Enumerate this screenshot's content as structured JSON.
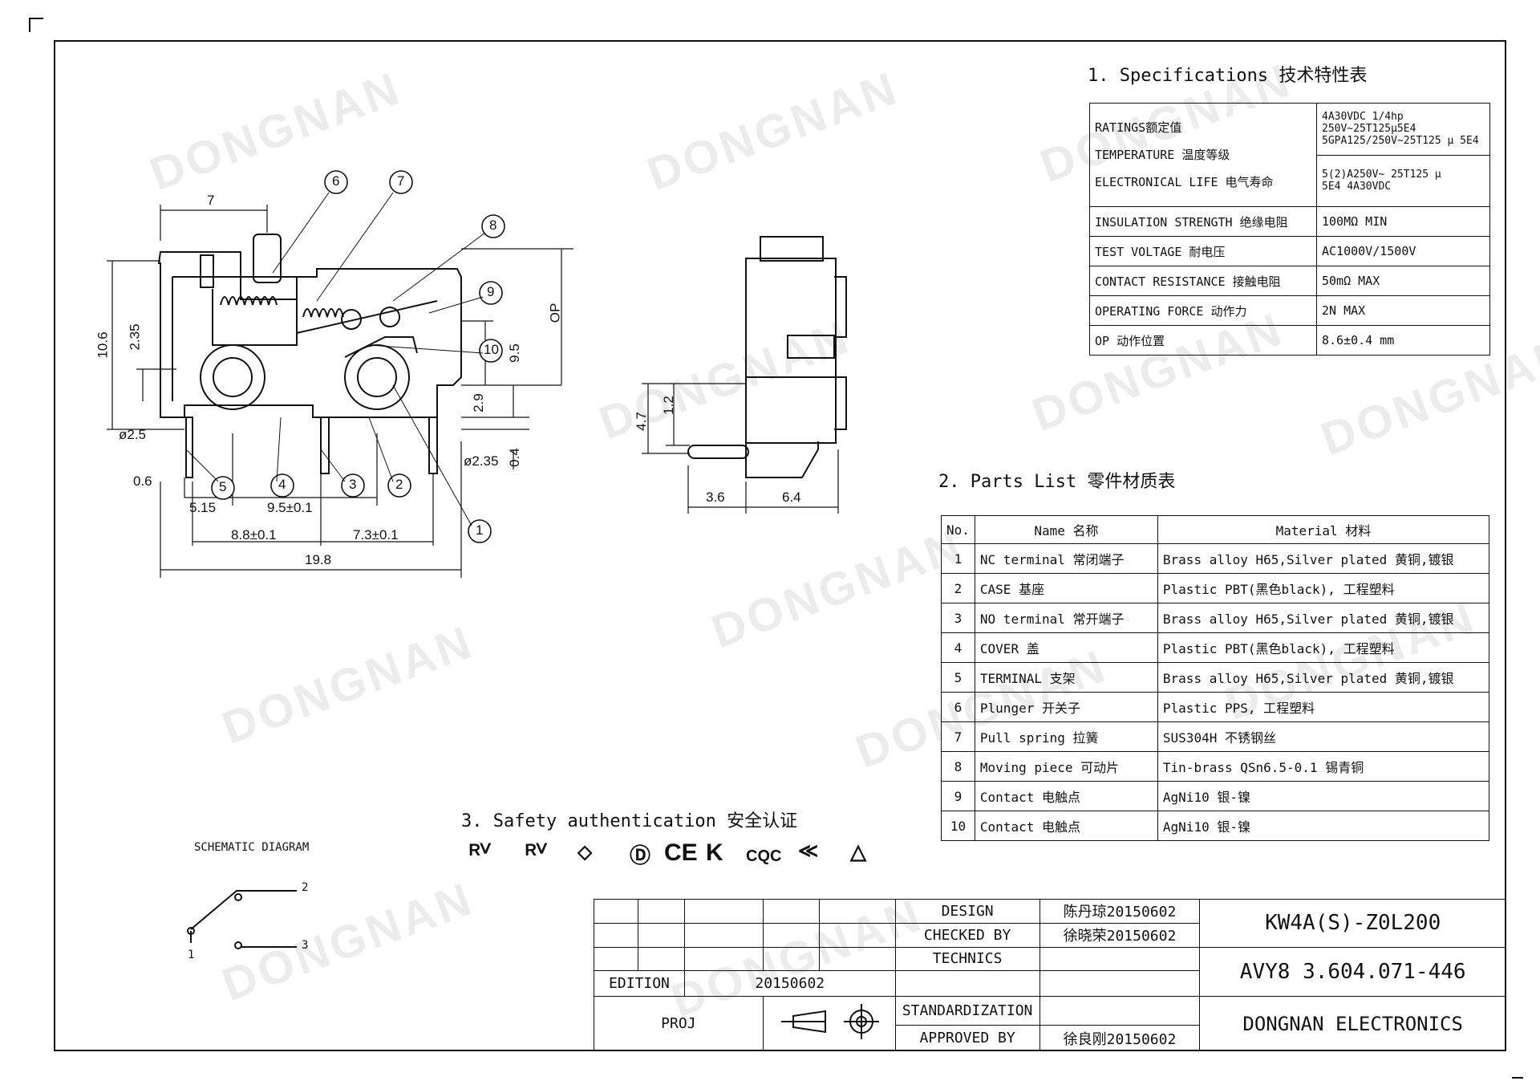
{
  "watermark": "DONGNAN",
  "sections": {
    "specs_title": "1. Specifications  技术特性表",
    "parts_title": "2. Parts List  零件材质表",
    "safety_title": "3. Safety authentication  安全认证",
    "schematic_title": "SCHEMATIC DIAGRAM"
  },
  "specs": {
    "ratings_label": "RATINGS额定值",
    "temperature_label": "TEMPERATURE 温度等级",
    "life_label": "ELECTRONICAL LIFE 电气寿命",
    "ratings_value_1": "4A30VDC 1/4hp 250V~25T125μ5E4",
    "ratings_value_2": "5GPA125/250V~25T125 μ 5E4",
    "ratings_value_3": "5(2)A250V~ 25T125 μ",
    "ratings_value_4": "5E4  4A30VDC",
    "rows": [
      {
        "label": "INSULATION STRENGTH 绝缘电阻",
        "value": "100MΩ MIN"
      },
      {
        "label": "TEST VOLTAGE 耐电压",
        "value": "AC1000V/1500V"
      },
      {
        "label": "CONTACT RESISTANCE 接触电阻",
        "value": "50mΩ MAX"
      },
      {
        "label": "OPERATING FORCE 动作力",
        "value": "2N MAX"
      },
      {
        "label": "OP 动作位置",
        "value": "8.6±0.4 mm"
      }
    ]
  },
  "parts": {
    "headers": {
      "no": "No.",
      "name": "Name 名称",
      "material": "Material 材料"
    },
    "rows": [
      {
        "no": "1",
        "name": "NC terminal 常闭端子",
        "material": "Brass alloy H65,Silver plated   黄铜,镀银"
      },
      {
        "no": "2",
        "name": "CASE 基座",
        "material": "Plastic PBT(黑色black),    工程塑料"
      },
      {
        "no": "3",
        "name": "NO terminal 常开端子",
        "material": "Brass alloy H65,Silver plated   黄铜,镀银"
      },
      {
        "no": "4",
        "name": "COVER 盖",
        "material": "Plastic PBT(黑色black),    工程塑料"
      },
      {
        "no": "5",
        "name": "TERMINAL 支架",
        "material": "Brass alloy H65,Silver plated   黄铜,镀银"
      },
      {
        "no": "6",
        "name": "Plunger 开关子",
        "material": "Plastic PPS, 工程塑料"
      },
      {
        "no": "7",
        "name": "Pull spring 拉簧",
        "material": "SUS304H  不锈钢丝"
      },
      {
        "no": "8",
        "name": "Moving piece 可动片",
        "material": "Tin-brass QSn6.5-0.1   锡青铜"
      },
      {
        "no": "9",
        "name": "Contact 电触点",
        "material": "AgNi10  银-镍"
      },
      {
        "no": "10",
        "name": "Contact 电触点",
        "material": "AgNi10  银-镍"
      }
    ]
  },
  "title_block": {
    "design_label": "DESIGN",
    "design_value": "陈丹琼20150602",
    "checked_label": "CHECKED BY",
    "checked_value": "徐晓荣20150602",
    "technics_label": "TECHNICS",
    "edition_label": "EDITION",
    "edition_value": "20150602",
    "standardization_label": "STANDARDIZATION",
    "proj_label": "PROJ",
    "approved_label": "APPROVED BY",
    "approved_value": "徐良刚20150602",
    "model": "KW4A(S)-Z0L200",
    "drawing_no": "AVY8 3.604.071-446",
    "company": "DONGNAN ELECTRONICS"
  },
  "dimensions": {
    "d7": "7",
    "d10_6": "10.6",
    "d2_35": "2.35",
    "d9_5": "9.5",
    "dOP": "OP",
    "d2_9": "2.9",
    "d0_4": "0.4",
    "d2_5": "ø2.5",
    "d2_35b": "ø2.35",
    "d0_6": "0.6",
    "d5_15": "5.15",
    "d9_5b": "9.5±0.1",
    "d8_8": "8.8±0.1",
    "d7_3": "7.3±0.1",
    "d19_8": "19.8",
    "d4_7": "4.7",
    "d1_2": "1.2",
    "d3_6": "3.6",
    "d6_4": "6.4"
  },
  "callouts": [
    "1",
    "2",
    "3",
    "4",
    "5",
    "6",
    "7",
    "8",
    "9",
    "10"
  ],
  "schematic_pins": [
    "1",
    "2",
    "3"
  ]
}
